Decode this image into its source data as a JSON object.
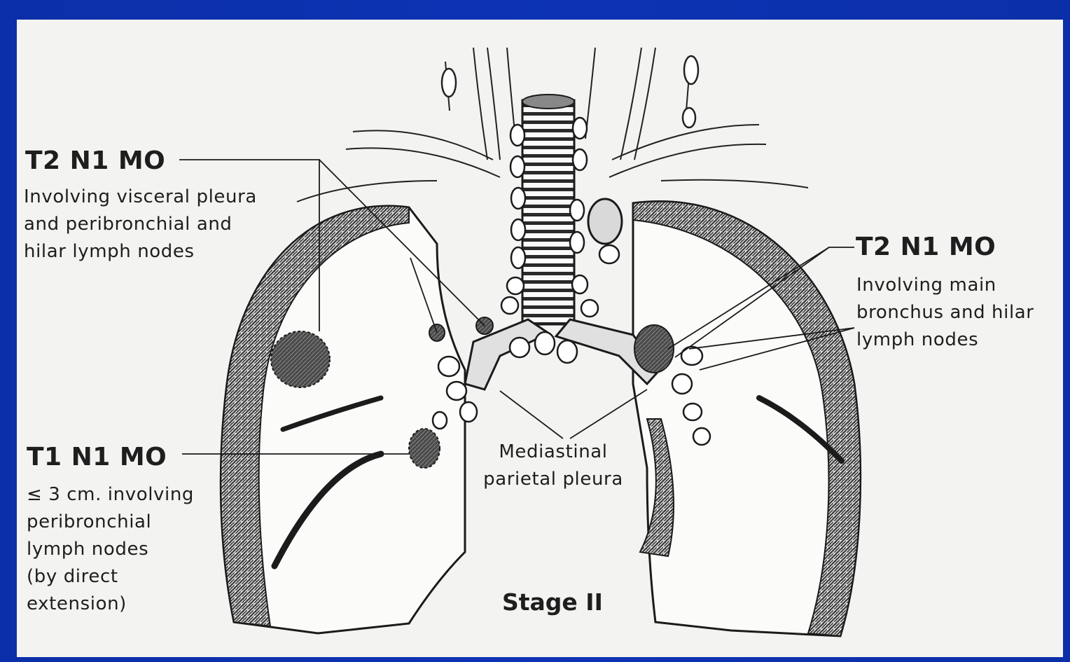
{
  "labels": {
    "upper_left": {
      "heading": "T2 N1 MO",
      "lines": [
        "Involving visceral pleura",
        "and peribronchial and",
        "hilar lymph nodes"
      ]
    },
    "right": {
      "heading": "T2 N1 MO",
      "lines": [
        "Involving main",
        "bronchus and hilar",
        "lymph nodes"
      ]
    },
    "lower_left": {
      "heading": "T1 N1 MO",
      "lines": [
        "≤ 3 cm. involving",
        "peribronchial",
        "lymph nodes",
        "(by direct",
        "extension)"
      ]
    },
    "mediastinal": {
      "lines": [
        "Mediastinal",
        "parietal pleura"
      ]
    },
    "stage": "Stage II"
  },
  "colors": {
    "frame": "#0b2fa8",
    "panel": "#f3f3f1",
    "ink": "#1e1e1e"
  }
}
